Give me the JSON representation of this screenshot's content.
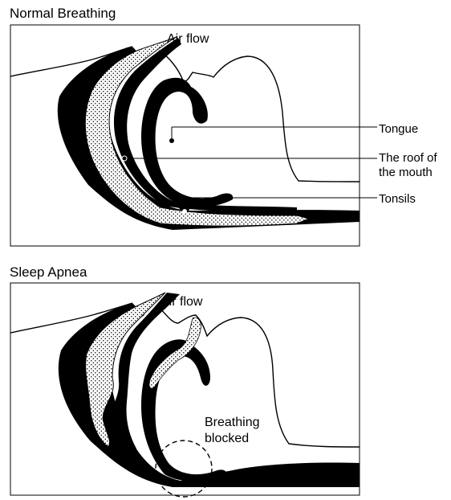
{
  "panels": [
    {
      "title": "Normal Breathing",
      "airflow_label": "Air flow",
      "labels": {
        "tongue": "Tongue",
        "roof_line1": "The roof of",
        "roof_line2": "the mouth",
        "tonsils": "Tonsils"
      }
    },
    {
      "title": "Sleep Apnea",
      "airflow_label": "Air flow",
      "blocked_line1": "Breathing",
      "blocked_line2": "blocked"
    }
  ]
}
